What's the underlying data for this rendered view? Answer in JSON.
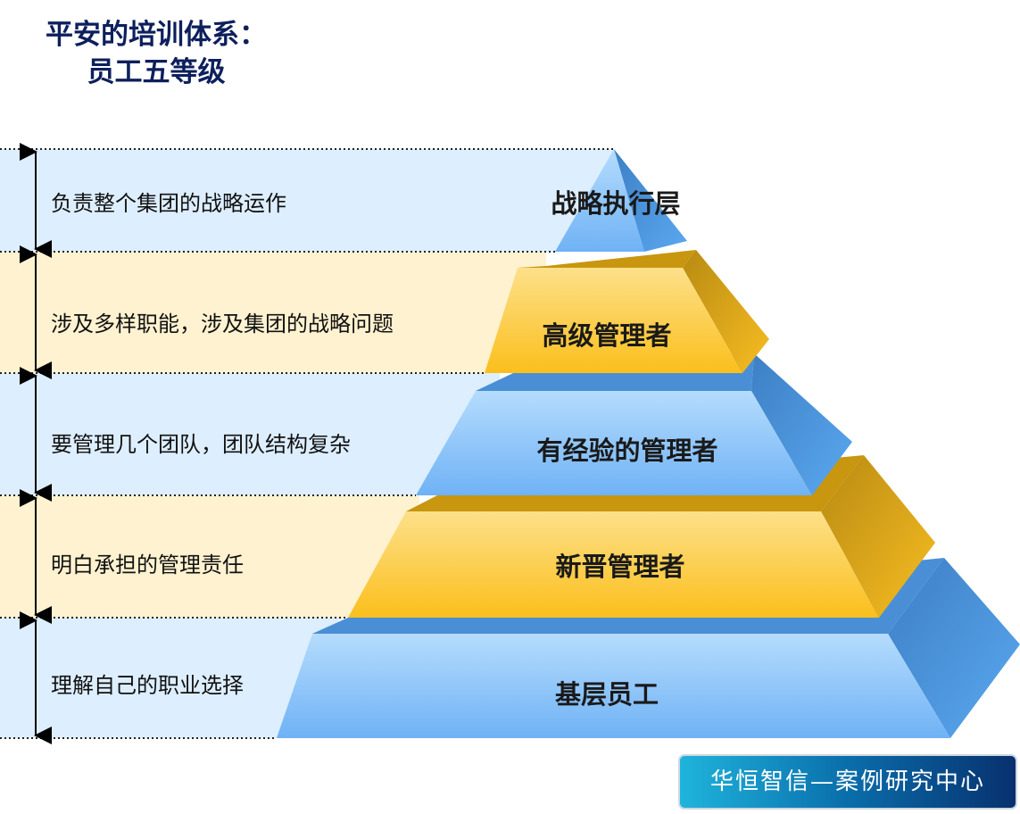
{
  "title": {
    "line1": "平安的培训体系：",
    "line2": "员工五等级"
  },
  "levels": [
    {
      "name": "战略执行层",
      "description": "负责整个集团的战略运作"
    },
    {
      "name": "高级管理者",
      "description": "涉及多样职能，涉及集团的战略问题"
    },
    {
      "name": "有经验的管理者",
      "description": "要管理几个团队，团队结构复杂"
    },
    {
      "name": "新晋管理者",
      "description": "明白承担的管理责任"
    },
    {
      "name": "基层员工",
      "description": "理解自己的职业选择"
    }
  ],
  "logo": "华恒智信—案例研究中心",
  "colors": {
    "blue_band": "#ddeeff",
    "gold_band": "#fff2d0",
    "blue_face": "#8fc8f8",
    "gold_face": "#fdd25a"
  }
}
